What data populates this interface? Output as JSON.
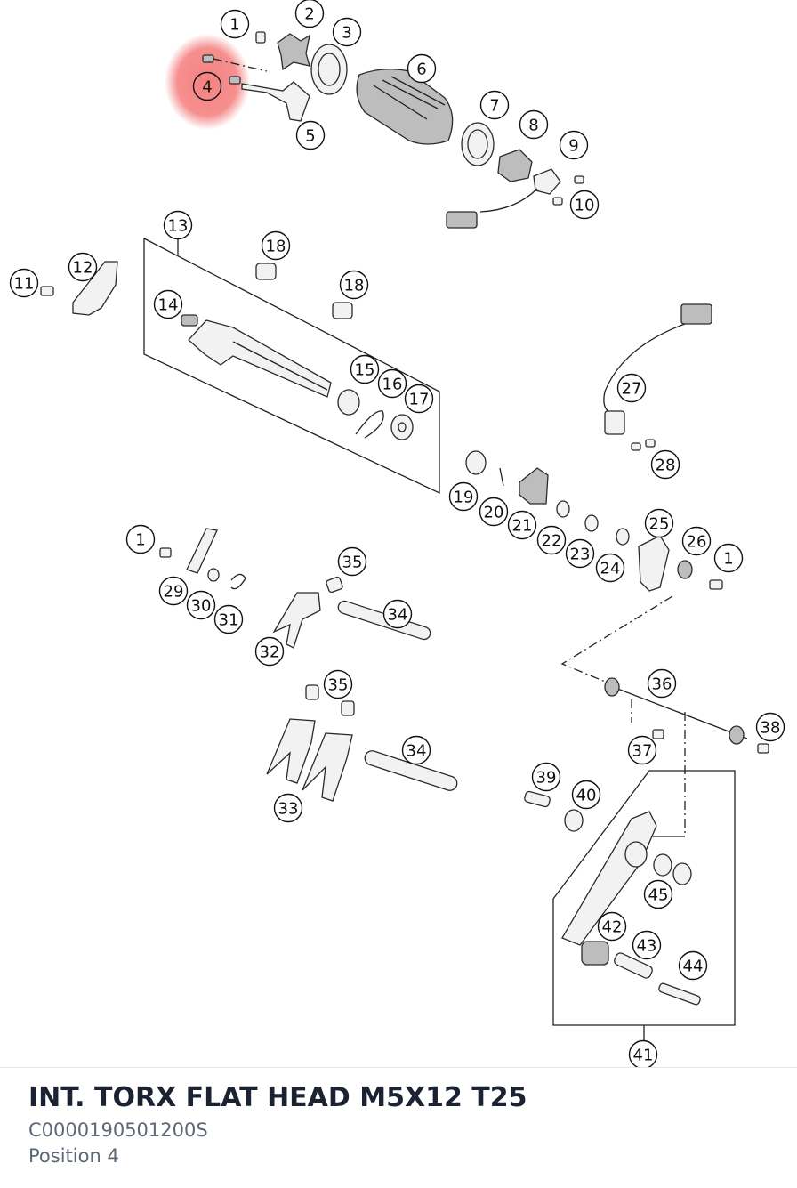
{
  "diagram": {
    "highlight_color": "#f47b7b",
    "highlighted_position": "4",
    "callouts": [
      "1",
      "2",
      "3",
      "4",
      "5",
      "6",
      "7",
      "8",
      "9",
      "10",
      "11",
      "12",
      "13",
      "14",
      "15",
      "16",
      "17",
      "18",
      "18",
      "19",
      "20",
      "21",
      "22",
      "23",
      "24",
      "25",
      "26",
      "1",
      "1",
      "29",
      "30",
      "31",
      "32",
      "35",
      "34",
      "36",
      "37",
      "38",
      "35",
      "34",
      "33",
      "39",
      "40",
      "45",
      "42",
      "43",
      "44",
      "41",
      "27",
      "28"
    ]
  },
  "part": {
    "title": "INT. TORX FLAT HEAD M5X12 T25",
    "number": "C0000190501200S",
    "position": "Position 4"
  }
}
